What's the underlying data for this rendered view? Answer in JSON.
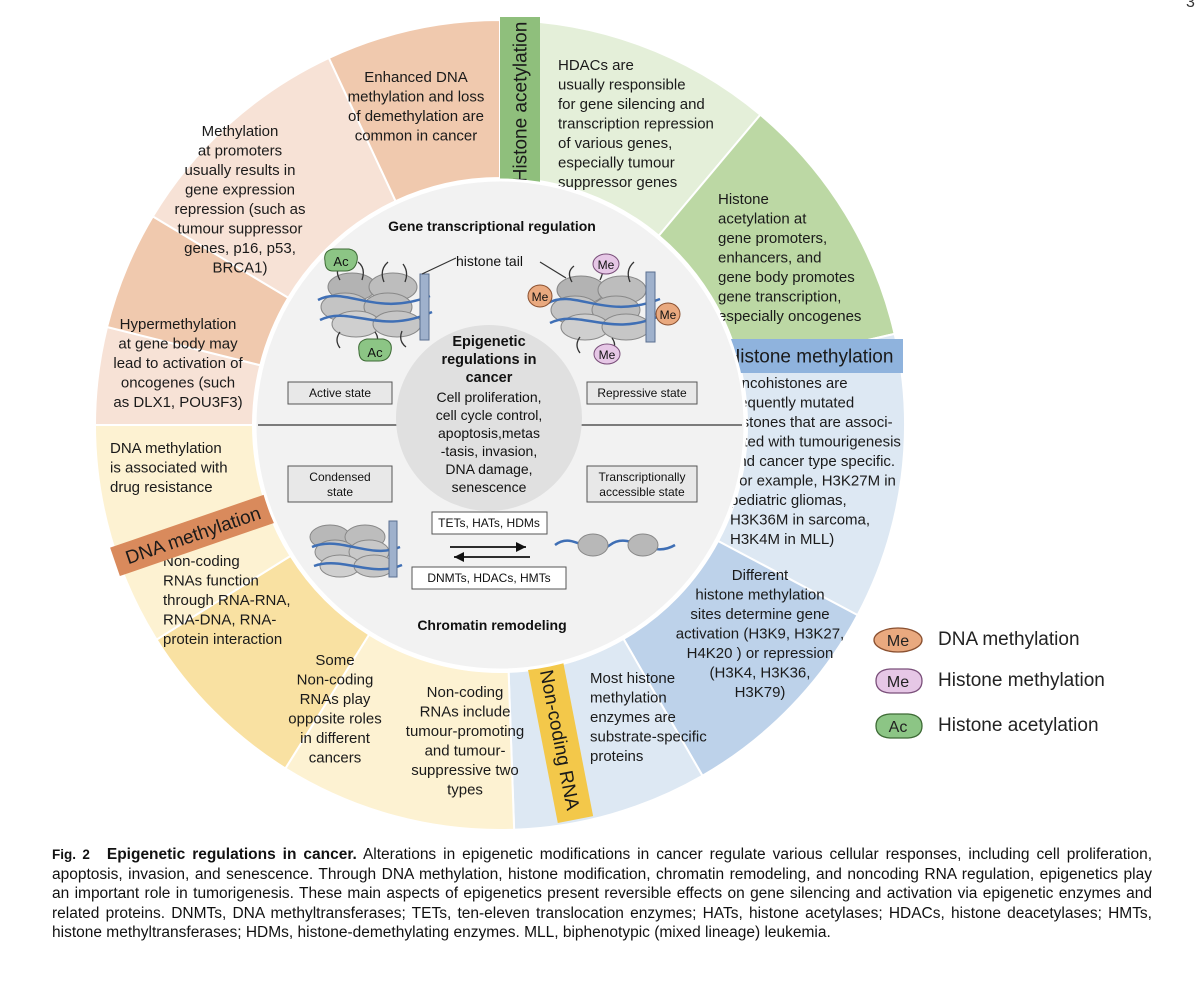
{
  "page_number": "3",
  "title": "Gene transcriptional regulation",
  "bottom_title": "Chromatin remodeling",
  "center": {
    "title": [
      "Epigenetic",
      "regulations in",
      "cancer"
    ],
    "body": [
      "Cell proliferation,",
      "cell cycle control,",
      "apoptosis,metas",
      "-tasis, invasion,",
      "DNA damage,",
      "senescence"
    ]
  },
  "histone_tail_label": "histone tail",
  "states": {
    "active": "Active state",
    "repressive": "Repressive state",
    "condensed": [
      "Condensed",
      "state"
    ],
    "accessible": [
      "Transcriptionally",
      "accessible state"
    ]
  },
  "enzymes": {
    "forward": "TETs, HATs, HDMs",
    "reverse": "DNMTs, HDACs, HMTs"
  },
  "marks": {
    "ac": "Ac",
    "me": "Me"
  },
  "category_labels": {
    "histone_acetylation": "Histone acetylation",
    "histone_methylation": "Histone methylation",
    "dna_methylation": "DNA methylation",
    "noncoding_rna": "Non-coding RNA"
  },
  "segments": {
    "ha1": [
      "HDACs are",
      "usually responsible",
      "for gene silencing and",
      "transcription repression",
      "of various genes,",
      "especially tumour",
      "suppressor genes"
    ],
    "ha2": [
      "Histone",
      "acetylation at",
      "gene promoters,",
      "enhancers, and",
      "gene body promotes",
      "gene transcription,",
      "especially oncogenes"
    ],
    "hm1": [
      "Oncohistones are",
      "frequently mutated",
      "histones that are associ-",
      "-ated with tumourigenesis",
      "and cancer type specific.",
      "(for example, H3K27M in",
      "pediatric gliomas,",
      "H3K36M in sarcoma,",
      "H3K4M in MLL)"
    ],
    "hm2": [
      "Different",
      "histone  methylation",
      "sites determine gene",
      "activation (H3K9, H3K27,",
      "H4K20 ) or  repression",
      "(H3K4, H3K36,",
      "H3K79)"
    ],
    "hm3": [
      "Most histone",
      "methylation",
      "enzymes are",
      "substrate-specific",
      "proteins"
    ],
    "nc1": [
      "Non-coding",
      "RNAs include",
      "tumour-promoting",
      "and tumour-",
      "suppressive two",
      "types"
    ],
    "nc2": [
      "Some",
      "Non-coding",
      "RNAs play",
      "opposite roles",
      "in different",
      "cancers"
    ],
    "nc3": [
      "Non-coding",
      "RNAs function",
      "through RNA-RNA,",
      "RNA-DNA, RNA-",
      "protein interaction"
    ],
    "dm1": [
      "DNA methylation",
      "is associated with",
      "drug resistance"
    ],
    "dm2": [
      "Hypermethylation",
      "at gene body may",
      "lead to activation of",
      "oncogenes (such",
      "as DLX1, POU3F3)"
    ],
    "dm3": [
      "Methylation",
      "at promoters",
      "usually results in",
      "gene expression",
      "repression (such as",
      "tumour suppressor",
      "genes, p16, p53,",
      "BRCA1)"
    ],
    "dm4": [
      "Enhanced DNA",
      "methylation and loss",
      "of demethylation are",
      "common in cancer"
    ]
  },
  "legend": [
    {
      "mark": "Me",
      "label": "DNA methylation",
      "color": "#e9a97f"
    },
    {
      "mark": "Me",
      "label": "Histone methylation",
      "color": "#e6c7e6"
    },
    {
      "mark": "Ac",
      "label": "Histone acetylation",
      "color": "#8cc585"
    }
  ],
  "colors": {
    "dna_methylation_light": "#f7e2d6",
    "dna_methylation_mid": "#f0c9ae",
    "dna_methylation_band": "#d98a5c",
    "histone_acetylation_light": "#e4efd9",
    "histone_acetylation_mid": "#bcd8a4",
    "histone_acetylation_band": "#8fbf7c",
    "histone_methylation_light": "#dde8f3",
    "histone_methylation_mid": "#bdd2ea",
    "histone_methylation_band": "#8fb3dd",
    "noncoding_light": "#fdf2d2",
    "noncoding_mid": "#f9e1a2",
    "noncoding_band": "#f3c84a",
    "inner_ring": "#f2f2f2",
    "center": "#e2e2e2"
  },
  "caption": {
    "fig": "Fig. 2",
    "title": "Epigenetic regulations in cancer.",
    "text": "Alterations in epigenetic modifications in cancer regulate various cellular responses, including cell proliferation, apoptosis, invasion, and senescence. Through DNA methylation, histone modification, chromatin remodeling, and noncoding RNA regulation, epigenetics play an important role in tumorigenesis. These main aspects of epigenetics present reversible effects on gene silencing and activation via epigenetic enzymes and related proteins. DNMTs, DNA methyltransferases; TETs, ten-eleven translocation enzymes; HATs, histone acetylases; HDACs, histone deacetylases; HMTs, histone methyltransferases; HDMs, histone-demethylating enzymes. MLL, biphenotypic (mixed lineage) leukemia."
  }
}
